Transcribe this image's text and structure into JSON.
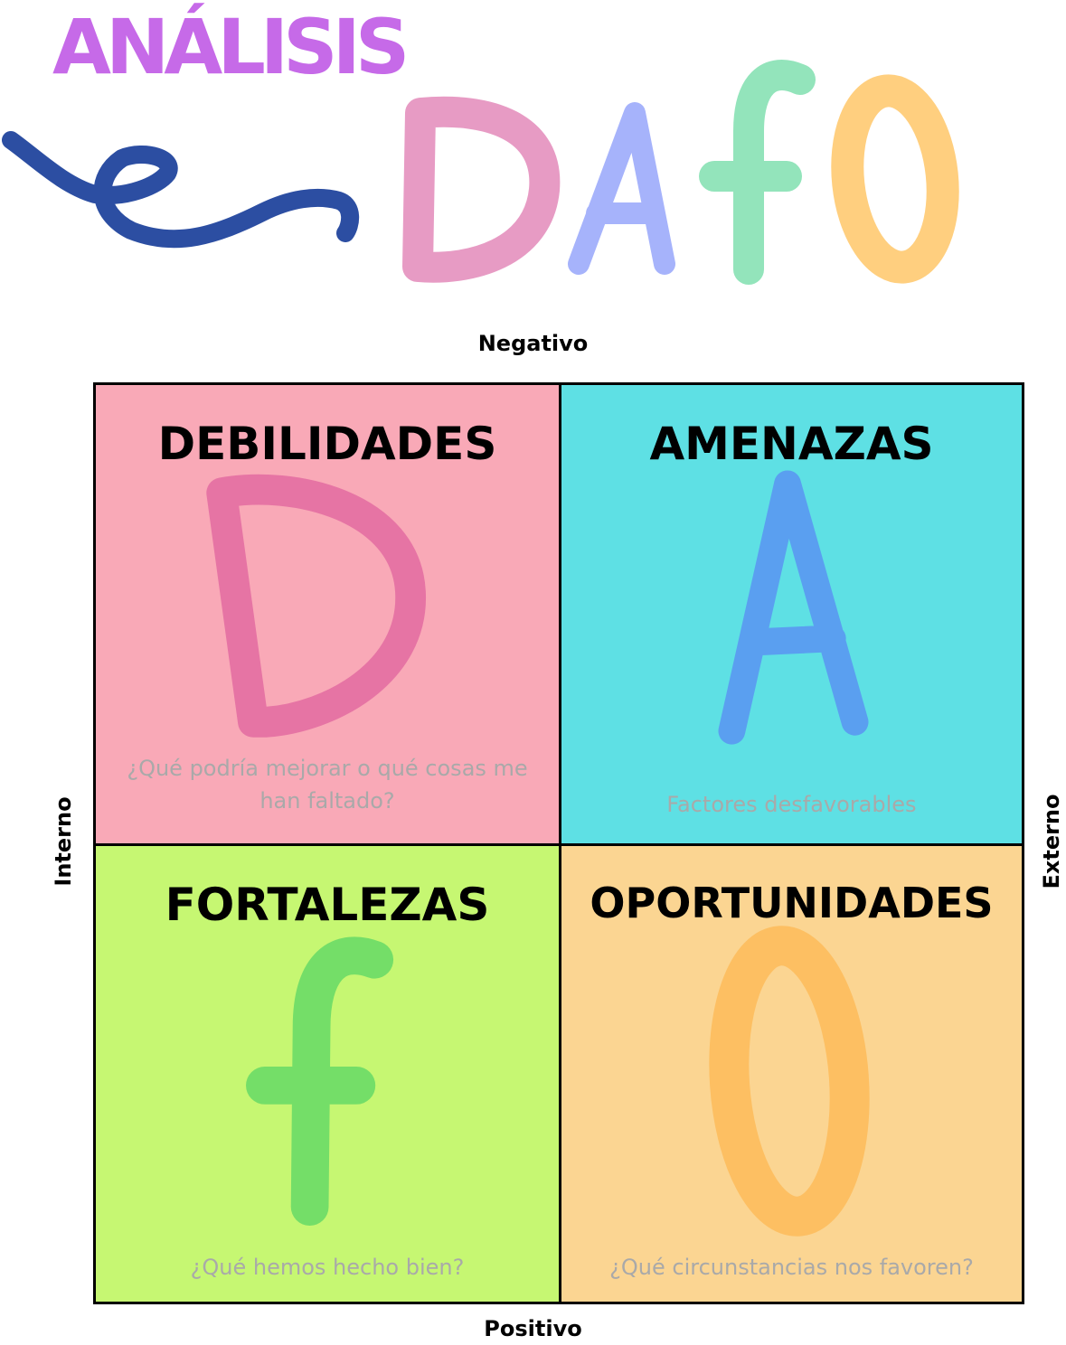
{
  "header": {
    "title_word": "ANÁLISIS",
    "icons": [
      "squiggle-line-icon",
      "letter-d-icon",
      "letter-a-icon",
      "letter-f-icon",
      "letter-o-icon"
    ]
  },
  "axes": {
    "top": "Negativo",
    "bottom": "Positivo",
    "left": "Interno",
    "right": "Externo"
  },
  "quadrants": [
    {
      "title": "DEBILIDADES",
      "caption": "¿Qué podría mejorar o qué cosas me han faltado?",
      "color": "#f9a9b7",
      "letter_color": "#e674a4"
    },
    {
      "title": "AMENAZAS",
      "caption": "Factores desfavorables",
      "color": "#5ee0e4",
      "letter_color": "#5a9ff0"
    },
    {
      "title": "FORTALEZAS",
      "caption": "¿Qué hemos hecho bien?",
      "color": "#c6f772",
      "letter_color": "#74de68"
    },
    {
      "title": "OPORTUNIDADES",
      "caption": "¿Qué circunstancias nos favoren?",
      "color": "#fbd592",
      "letter_color": "#fdbf62"
    }
  ],
  "colors": {
    "title_purple": "#c66ae8",
    "squiggle_blue": "#2c4ea2",
    "header_d": "#e79bc4",
    "header_a": "#a6b3fb",
    "header_f": "#93e4bb",
    "header_o": "#ffcf7f"
  }
}
